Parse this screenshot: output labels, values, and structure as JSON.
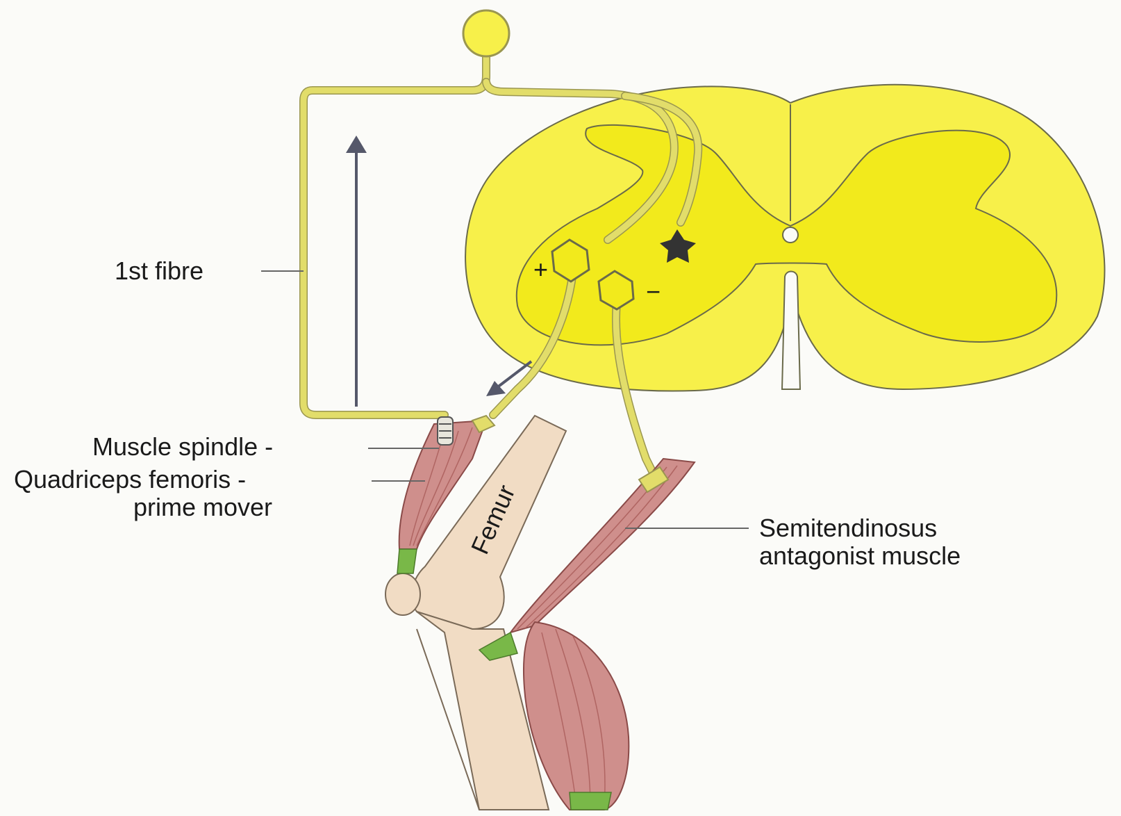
{
  "labels": {
    "first_fibre": "1st fibre",
    "muscle_spindle": "Muscle spindle -",
    "quadriceps_line1": "Quadriceps femoris -",
    "quadriceps_line2": "prime mover",
    "semitendinosus_line1": "Semitendinosus",
    "semitendinosus_line2": "antagonist muscle",
    "femur": "Femur",
    "plus_sign": "+",
    "minus_sign": "−"
  },
  "colors": {
    "spinal_cord": "#f7f04a",
    "grey_matter": "#f2ea1c",
    "nerve": "#e2dd6a",
    "muscle": "#cf8f8c",
    "tendon": "#79b848",
    "bone": "#f1dcc4",
    "arrow": "#55586a"
  }
}
